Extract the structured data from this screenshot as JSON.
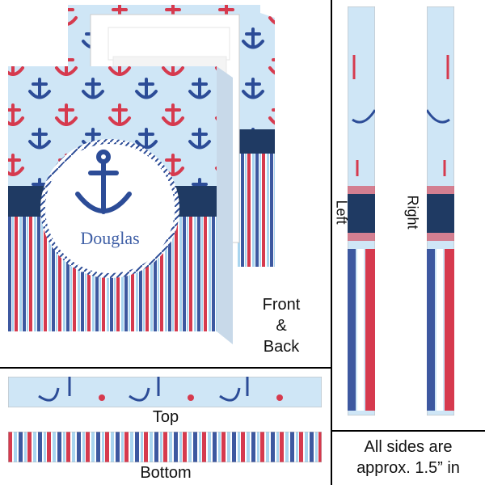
{
  "labels": {
    "front_back": [
      "Front",
      "&",
      "Back"
    ],
    "left": "Left",
    "right": "Right",
    "top": "Top",
    "bottom": "Bottom",
    "note": [
      "All sides are",
      "approx. 1.5” in"
    ]
  },
  "product": {
    "name_text": "Douglas"
  },
  "colors": {
    "light_blue": "#cfe6f6",
    "navy": "#1f3a63",
    "red": "#d63a4e",
    "anchor_blue": "#3f5fa6",
    "stripe_light": "#a9d5ef",
    "stripe_blue": "#3d58a0"
  },
  "icons": [
    "anchor-icon",
    "rope-ring-icon"
  ]
}
